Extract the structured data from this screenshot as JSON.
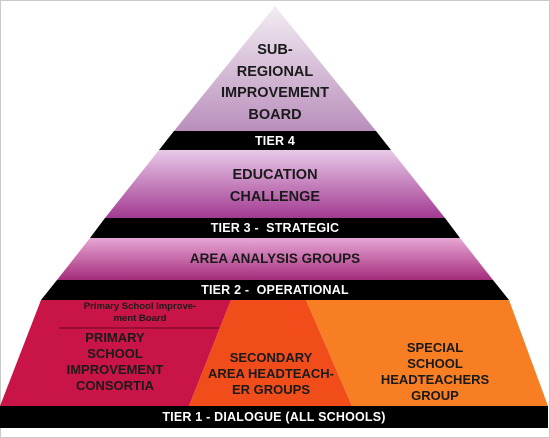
{
  "diagram": {
    "apex": {
      "text": "SUB-\nREGIONAL\nIMPROVEMENT\nBOARD",
      "fill_top": "#f3edf3",
      "fill_bottom": "#b98fbc"
    },
    "tier4_bar": {
      "text": "TIER 4"
    },
    "education_challenge": {
      "text": "EDUCATION\nCHALLENGE",
      "fill_top": "#e8c9e8",
      "fill_bottom": "#a23a91"
    },
    "tier3_bar": {
      "text": "TIER 3 -  STRATEGIC"
    },
    "area_analysis": {
      "text": "AREA ANALYSIS GROUPS",
      "fill_top": "#e7a6d5",
      "fill_bottom": "#a42c7b"
    },
    "tier2_bar": {
      "text": "TIER 2 -  OPERATIONAL"
    },
    "primary_board": {
      "text": "Primary School Improve-\nment Board",
      "fill": "#c81447"
    },
    "primary_consortia": {
      "text": "PRIMARY\nSCHOOL\nIMPROVEMENT\nCONSORTIA",
      "fill": "#c81447"
    },
    "secondary_groups": {
      "text": "SECONDARY\nAREA HEADTEACH-\nER GROUPS",
      "fill": "#f04d1a"
    },
    "special_groups": {
      "text": "SPECIAL\nSCHOOL\nHEADTEACHERS\nGROUP",
      "fill": "#f77e22"
    },
    "tier1_bar": {
      "text": "TIER 1 - DIALOGUE (ALL SCHOOLS)"
    },
    "bar_color": "#000000"
  }
}
